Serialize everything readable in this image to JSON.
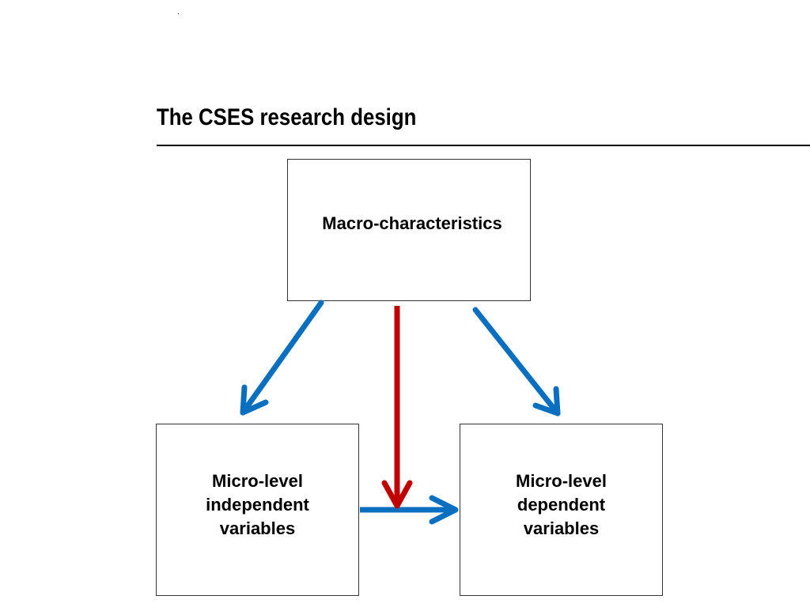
{
  "slide": {
    "mark": ".",
    "title": "The CSES research design"
  },
  "diagram": {
    "macro": {
      "label": "Macro-characteristics"
    },
    "independent": {
      "label": "Micro-level\nindependent\nvariables"
    },
    "dependent": {
      "label": "Micro-level\ndependent\nvariables"
    },
    "colors": {
      "blue_arrow": "#0B6FC0",
      "red_arrow": "#C00000",
      "box_border": "#333333"
    },
    "arrows": [
      {
        "from": "macro",
        "to": "independent",
        "color": "blue"
      },
      {
        "from": "macro",
        "to": "dependent",
        "color": "blue"
      },
      {
        "from": "independent",
        "to": "dependent",
        "color": "blue"
      },
      {
        "from": "macro",
        "to": "independent-dependent-link",
        "color": "red"
      }
    ]
  }
}
